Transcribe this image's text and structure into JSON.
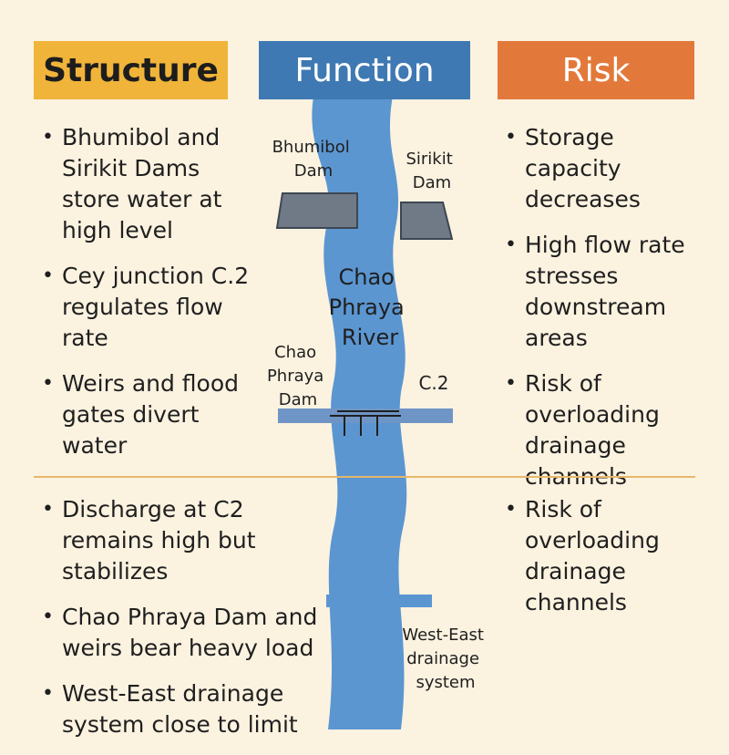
{
  "headers": {
    "structure": "Structure",
    "function": "Function",
    "risk": "Risk"
  },
  "structure_top": [
    "Bhumibol and Sirikit Dams store water at high level",
    "Cey junction C.2 regulates flow rate",
    "Weirs and flood gates divert water"
  ],
  "risk_top": [
    "Storage capacity decreases",
    "High flow rate stresses downstream areas",
    "Risk of overloading drainage channels"
  ],
  "structure_bottom": [
    "Discharge at C2 remains high but stabilizes",
    "Chao Phraya Dam and weirs bear heavy load",
    "West-East drainage system close to limit"
  ],
  "risk_bottom": [
    "Risk of overloading drainage channels"
  ],
  "diagram": {
    "bhumibol_line1": "Bhumibol",
    "bhumibol_line2": "Dam",
    "sirikit_line1": "Sirikit",
    "sirikit_line2": "Dam",
    "river_line1": "Chao",
    "river_line2": "Phraya",
    "river_line3": "River",
    "cpdam_line1": "Chao",
    "cpdam_line2": "Phraya",
    "cpdam_line3": "Dam",
    "c2": "C.2",
    "drain_line1": "West-East",
    "drain_line2": "drainage",
    "drain_line3": "system"
  },
  "colors": {
    "structure_header": "#f0b43a",
    "function_header": "#3f79b3",
    "risk_header": "#e2793b",
    "river": "#5b96d1",
    "dam": "#6f7a86"
  }
}
